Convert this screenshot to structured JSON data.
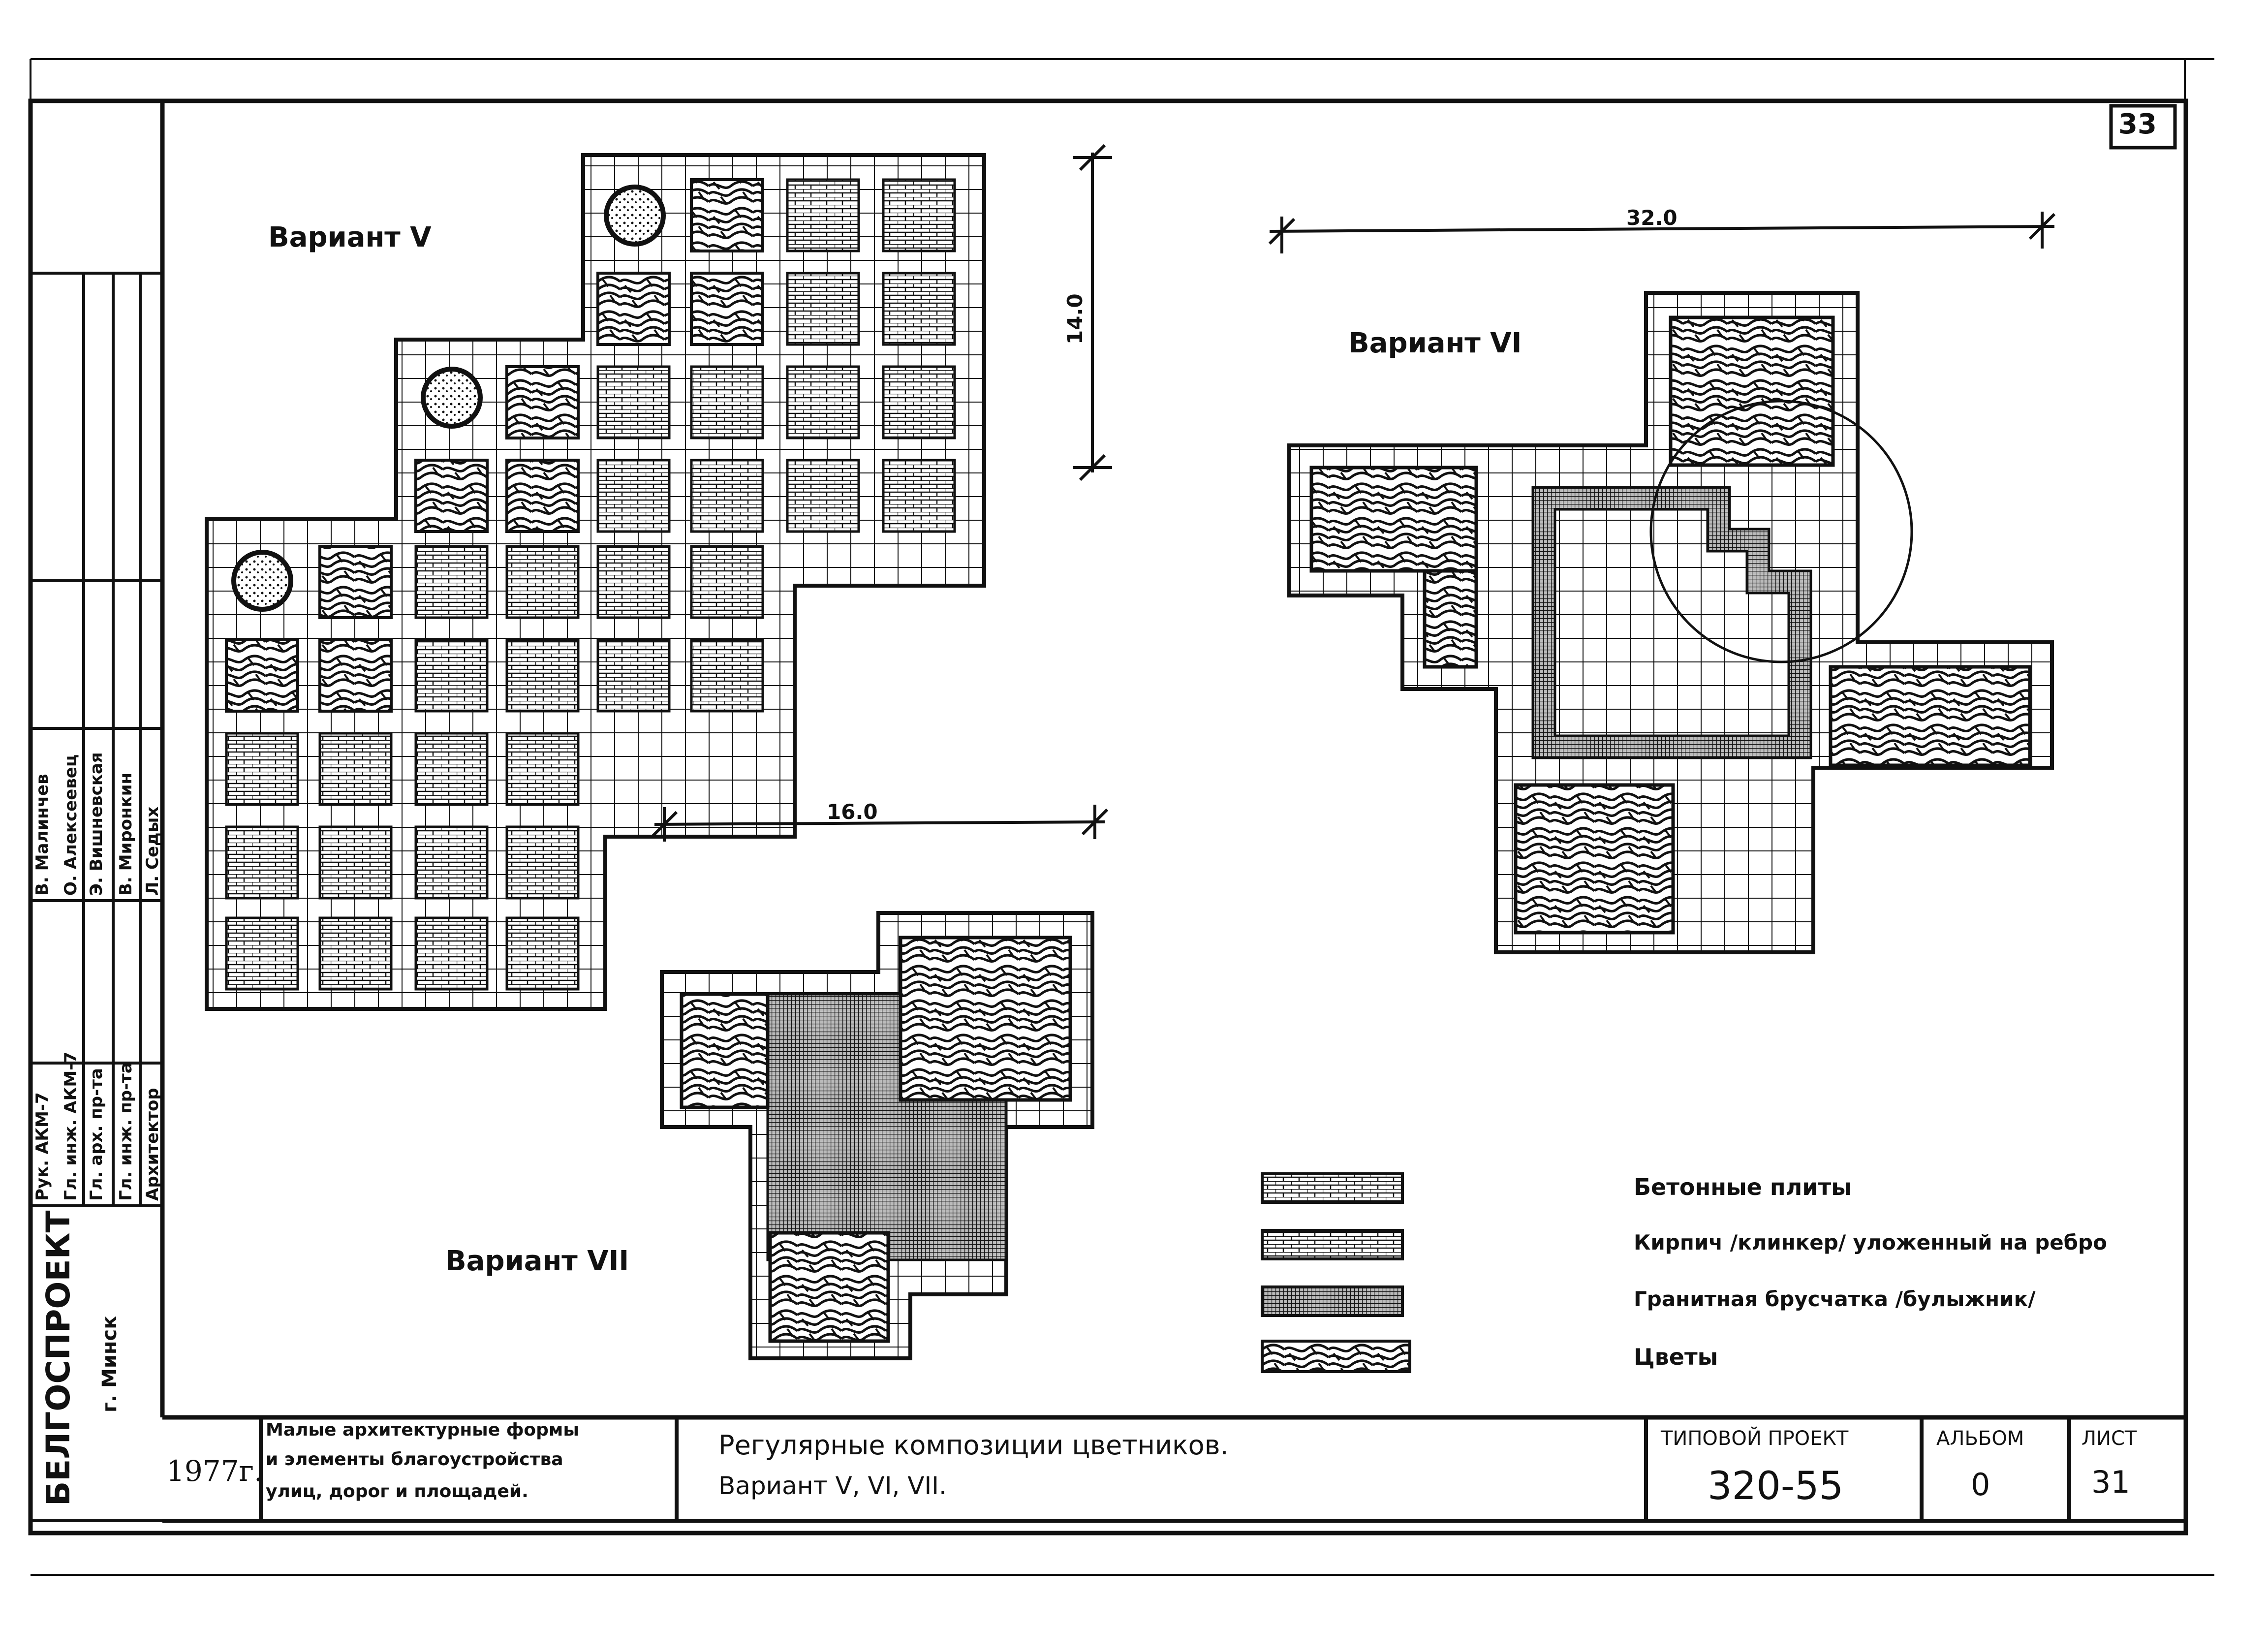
{
  "sheet_number_corner": "33",
  "variants": {
    "v": {
      "title": "Вариант V"
    },
    "vi": {
      "title": "Вариант VI"
    },
    "vii": {
      "title": "Вариант VII"
    }
  },
  "dimensions": {
    "v_height": "14.0",
    "vi_width": "32.0",
    "vii_width": "16.0"
  },
  "legend": [
    {
      "pattern": "concrete",
      "label": "Бетонные плиты"
    },
    {
      "pattern": "brick",
      "label": "Кирпич /клинкер/ уложенный на ребро"
    },
    {
      "pattern": "granite",
      "label": "Гранитная брусчатка /булыжник/"
    },
    {
      "pattern": "flowers",
      "label": "Цветы"
    }
  ],
  "title_block": {
    "organization": "БЕЛГОСПРОЕКТ",
    "city": "г. Минск",
    "year": "1977г.",
    "album_title": [
      "Малые архитектурные формы",
      "и элементы благоустройства",
      "улиц, дорог и площадей."
    ],
    "drawing_title": "Регулярные композиции цветников.",
    "drawing_subtitle": "Вариант V, VI, VII.",
    "project_label": "ТИПОВОЙ ПРОЕКТ",
    "project_number": "320-55",
    "album_label": "АЛЬБОМ",
    "album_value": "0",
    "sheet_label": "ЛИСТ",
    "sheet_value": "31"
  },
  "stamp": {
    "roles": [
      "Рук. АКМ-7",
      "Гл. инж. АКМ-7",
      "Гл. арх. пр-та",
      "Гл. инж. пр-та",
      "Архитектор"
    ],
    "names": [
      "В. Малинчев",
      "О. Алексеевец",
      "Э. Вишневская",
      "В. Миронкин",
      "Л. Седых"
    ]
  },
  "colors": {
    "ink": "#111111",
    "paper": "#ffffff"
  }
}
